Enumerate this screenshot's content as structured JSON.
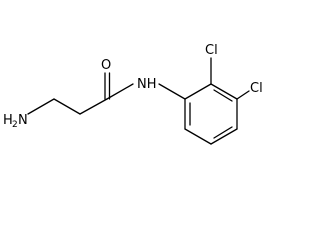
{
  "molecule": {
    "atoms": {
      "amine_main": "H",
      "amine_subscript": "2",
      "amine_tail": "N",
      "carbonyl_oxygen": "O",
      "amide_nitrogen": "NH",
      "chlorine_top": "Cl",
      "chlorine_right": "Cl"
    },
    "colors": {
      "bond": "#000000",
      "label": "#000000",
      "background": "#ffffff"
    }
  }
}
